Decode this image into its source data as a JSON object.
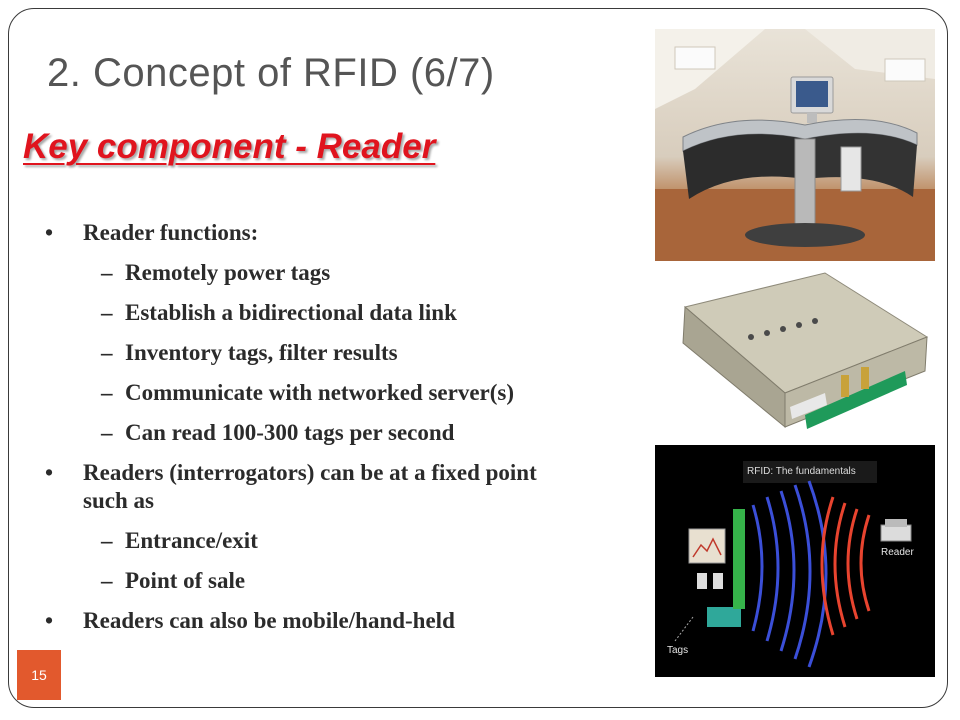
{
  "slide": {
    "title": "2. Concept of RFID (6/7)",
    "subtitle": "Key component - Reader",
    "page_number": "15"
  },
  "content": {
    "bullet_1": "Reader functions:",
    "bullet_1_items": [
      "Remotely power tags",
      "Establish a bidirectional data link",
      "Inventory tags, filter results",
      "Communicate with networked server(s)",
      "Can read 100-300 tags per second"
    ],
    "bullet_2": "Readers (interrogators) can be at a fixed point such as",
    "bullet_2_items": [
      "Entrance/exit",
      "Point of sale"
    ],
    "bullet_3": "Readers can also be mobile/hand-held"
  },
  "glyphs": {
    "bullet": "•",
    "dash": "–"
  },
  "images": {
    "diagram": {
      "header": "RFID: The fundamentals",
      "reader_label": "Reader",
      "tags_label": "Tags"
    }
  },
  "colors": {
    "title": "#555555",
    "subtitle": "#e0141e",
    "page_badge": "#e2592d",
    "text": "#2b2b2b"
  }
}
